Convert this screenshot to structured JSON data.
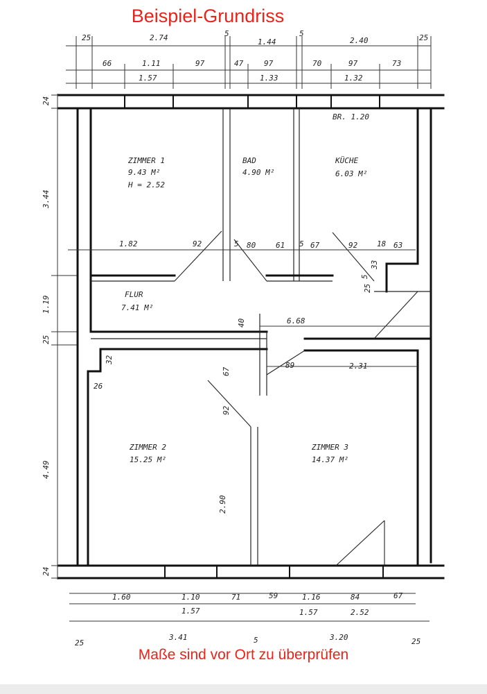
{
  "heading": "Beispiel-Grundriss",
  "note": "Maße sind vor Ort zu überprüfen",
  "rooms": {
    "zimmer1": {
      "name": "ZIMMER 1",
      "area": "9.43 M²",
      "height": "H = 2.52"
    },
    "bad": {
      "name": "BAD",
      "area": "4.90 M²"
    },
    "kueche": {
      "name": "KÜCHE",
      "area": "6.03 M²"
    },
    "flur": {
      "name": "FLUR",
      "area": "7.41 M²"
    },
    "zimmer2": {
      "name": "ZIMMER 2",
      "area": "15.25 M²"
    },
    "zimmer3": {
      "name": "ZIMMER 3",
      "area": "14.37 M²"
    }
  },
  "window_label": "BR. 1.20",
  "dims": {
    "top1": [
      "25",
      "2.74",
      "5",
      "1.44",
      "5",
      "2.40",
      "25"
    ],
    "top2": [
      "66",
      "1.11",
      "97",
      "47",
      "97",
      "70",
      "97",
      "73"
    ],
    "top3": [
      "1.57",
      "1.33",
      "1.32"
    ],
    "left": [
      "24",
      "3.44",
      "1.19",
      "25",
      "4.49",
      "24"
    ],
    "inner_row": [
      "1.82",
      "92",
      "5",
      "80",
      "61",
      "5",
      "67",
      "92",
      "18",
      "63"
    ],
    "kitchen_small": [
      "33",
      "5",
      "25"
    ],
    "mid": [
      "40",
      "6.68",
      "67",
      "89",
      "2.31",
      "32",
      "26",
      "92",
      "2.90"
    ],
    "bottom1": [
      "1.60",
      "1.10",
      "71",
      "59",
      "1.16",
      "84",
      "67"
    ],
    "bottom2": [
      "1.57",
      "1.57",
      "2.52"
    ],
    "bottom3": [
      "25",
      "3.41",
      "5",
      "3.20",
      "25"
    ]
  }
}
